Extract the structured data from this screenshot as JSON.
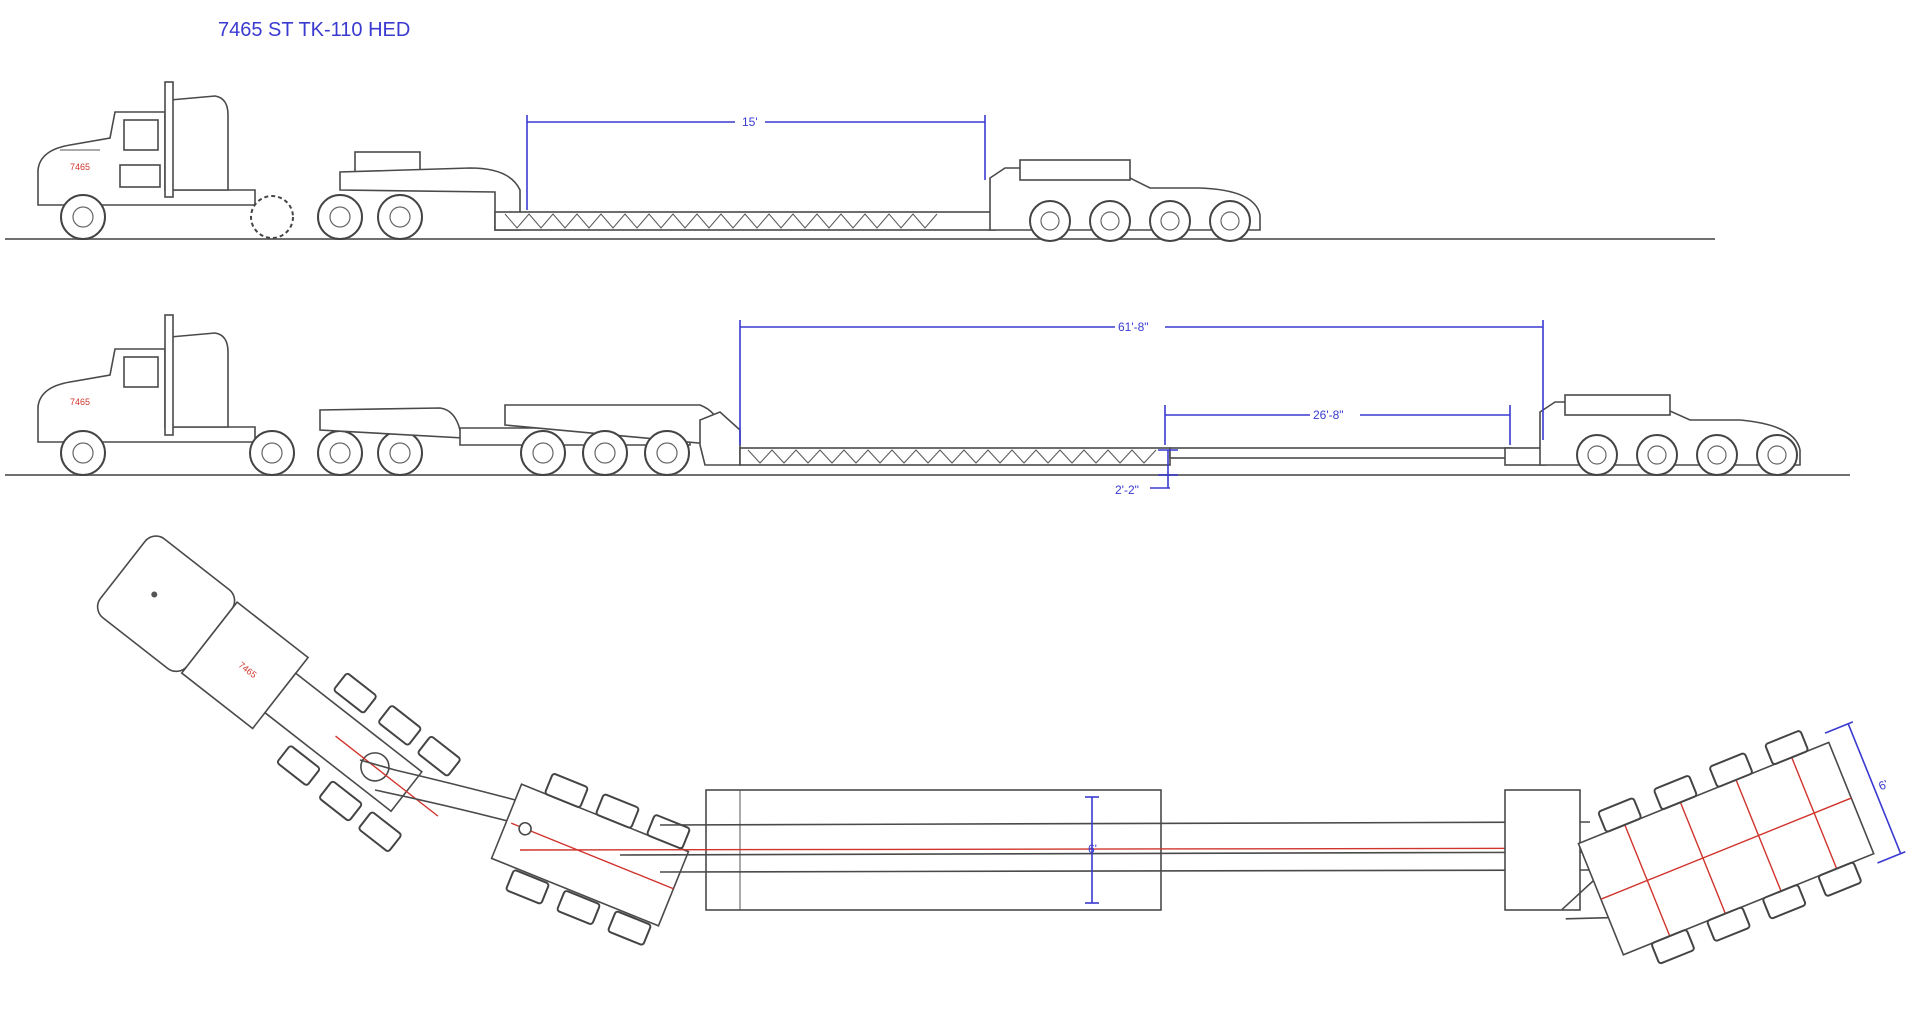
{
  "title": "7465 ST  TK-110 HED",
  "unit_number": "7465",
  "dimensions": {
    "deck_top": "15'",
    "deck_overall": "61'-8\"",
    "deck_insert": "26'-8\"",
    "deck_height": "2'-2\"",
    "width_rear": "6'",
    "width_mid": "6'"
  },
  "colors": {
    "dimension": "#3a3ad0",
    "outline": "#4a4a4a",
    "centerline": "#d0342c"
  }
}
